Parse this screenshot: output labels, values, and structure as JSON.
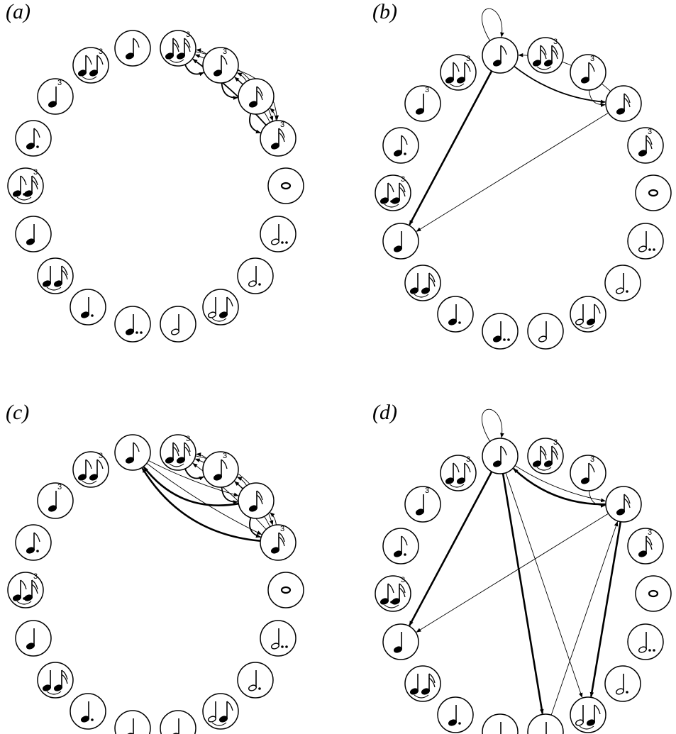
{
  "panels": [
    {
      "label": "(a)",
      "edges": [
        [
          1,
          2,
          2,
          0.5
        ],
        [
          2,
          3,
          2,
          0.5
        ],
        [
          3,
          4,
          2,
          0.5
        ],
        [
          2,
          1,
          1,
          0.15
        ],
        [
          3,
          1,
          1,
          0.1
        ],
        [
          4,
          1,
          2,
          0.05
        ],
        [
          3,
          2,
          1,
          0.15
        ],
        [
          4,
          2,
          1,
          0.1
        ],
        [
          4,
          3,
          1,
          0.2
        ],
        [
          1,
          4,
          1,
          -0.3
        ],
        [
          2,
          4,
          1,
          -0.35
        ]
      ]
    },
    {
      "label": "(b)",
      "edges": [
        [
          0,
          0,
          1,
          0
        ],
        [
          0,
          13,
          3,
          0
        ],
        [
          3,
          13,
          1,
          0
        ],
        [
          0,
          3,
          2,
          0.15
        ],
        [
          3,
          0,
          1,
          0.2
        ],
        [
          2,
          3,
          1,
          0.5
        ]
      ]
    },
    {
      "label": "(c)",
      "edges": [
        [
          1,
          2,
          2,
          0.5
        ],
        [
          2,
          3,
          2,
          0.5
        ],
        [
          3,
          4,
          2,
          0.5
        ],
        [
          3,
          0,
          3,
          -0.3
        ],
        [
          4,
          0,
          3,
          -0.25
        ],
        [
          0,
          4,
          1,
          0.05
        ],
        [
          0,
          3,
          1,
          0.05
        ],
        [
          2,
          1,
          1,
          0.15
        ],
        [
          3,
          1,
          1,
          0.1
        ],
        [
          4,
          1,
          1,
          0.05
        ],
        [
          3,
          2,
          1,
          0.15
        ],
        [
          4,
          2,
          1,
          0.1
        ],
        [
          4,
          3,
          1,
          0.2
        ],
        [
          1,
          4,
          1,
          -0.3
        ]
      ]
    },
    {
      "label": "(d)",
      "edges": [
        [
          0,
          0,
          1,
          0
        ],
        [
          0,
          13,
          3,
          0
        ],
        [
          0,
          9,
          3,
          0
        ],
        [
          0,
          8,
          1,
          0
        ],
        [
          3,
          8,
          3,
          0
        ],
        [
          3,
          13,
          1,
          0
        ],
        [
          9,
          3,
          1,
          0
        ],
        [
          3,
          0,
          3,
          -0.2
        ],
        [
          0,
          3,
          1,
          0.1
        ],
        [
          2,
          3,
          1,
          0.5
        ]
      ]
    }
  ],
  "triplet_label": "3",
  "nodes": [
    {
      "name": "eighth",
      "notes": [
        {
          "head": "filled",
          "flags": 1,
          "dots": 0
        }
      ],
      "tie": false,
      "triplet": false
    },
    {
      "name": "sixteenth-triplet-pair",
      "notes": [
        {
          "head": "filled",
          "flags": 2,
          "dots": 0
        },
        {
          "head": "filled",
          "flags": 2,
          "dots": 0
        }
      ],
      "tie": true,
      "triplet": true
    },
    {
      "name": "eighth-triplet",
      "notes": [
        {
          "head": "filled",
          "flags": 1,
          "dots": 0
        }
      ],
      "tie": false,
      "triplet": true
    },
    {
      "name": "sixteenth",
      "notes": [
        {
          "head": "filled",
          "flags": 2,
          "dots": 0
        }
      ],
      "tie": false,
      "triplet": false
    },
    {
      "name": "sixteenth-triplet",
      "notes": [
        {
          "head": "filled",
          "flags": 2,
          "dots": 0
        }
      ],
      "tie": false,
      "triplet": true
    },
    {
      "name": "whole",
      "notes": [
        {
          "head": "whole",
          "flags": 0,
          "dots": 0
        }
      ],
      "tie": false,
      "triplet": false
    },
    {
      "name": "double-dotted-half",
      "notes": [
        {
          "head": "open",
          "flags": 0,
          "dots": 2
        }
      ],
      "tie": false,
      "triplet": false
    },
    {
      "name": "dotted-half",
      "notes": [
        {
          "head": "open",
          "flags": 0,
          "dots": 1
        }
      ],
      "tie": false,
      "triplet": false
    },
    {
      "name": "half-tied-eighth",
      "notes": [
        {
          "head": "open",
          "flags": 0,
          "dots": 0
        },
        {
          "head": "filled",
          "flags": 1,
          "dots": 0
        }
      ],
      "tie": true,
      "triplet": false
    },
    {
      "name": "half",
      "notes": [
        {
          "head": "open",
          "flags": 0,
          "dots": 0
        }
      ],
      "tie": false,
      "triplet": false
    },
    {
      "name": "double-dotted-quarter",
      "notes": [
        {
          "head": "filled",
          "flags": 0,
          "dots": 2
        }
      ],
      "tie": false,
      "triplet": false
    },
    {
      "name": "dotted-quarter",
      "notes": [
        {
          "head": "filled",
          "flags": 0,
          "dots": 1
        }
      ],
      "tie": false,
      "triplet": false
    },
    {
      "name": "quarter-tied-sixteenth",
      "notes": [
        {
          "head": "filled",
          "flags": 0,
          "dots": 0
        },
        {
          "head": "filled",
          "flags": 2,
          "dots": 0
        }
      ],
      "tie": true,
      "triplet": false
    },
    {
      "name": "quarter",
      "notes": [
        {
          "head": "filled",
          "flags": 0,
          "dots": 0
        }
      ],
      "tie": false,
      "triplet": false
    },
    {
      "name": "dotted-eighth-tied-sixteenth-triplet",
      "notes": [
        {
          "head": "filled",
          "flags": 1,
          "dots": 1
        },
        {
          "head": "filled",
          "flags": 2,
          "dots": 0
        }
      ],
      "tie": true,
      "triplet": true
    },
    {
      "name": "dotted-eighth",
      "notes": [
        {
          "head": "filled",
          "flags": 1,
          "dots": 1
        }
      ],
      "tie": false,
      "triplet": false
    },
    {
      "name": "quarter-triplet",
      "notes": [
        {
          "head": "filled",
          "flags": 0,
          "dots": 0
        }
      ],
      "tie": false,
      "triplet": true
    },
    {
      "name": "eighth-pair-triplet",
      "notes": [
        {
          "head": "filled",
          "flags": 1,
          "dots": 0
        },
        {
          "head": "filled",
          "flags": 1,
          "dots": 0
        }
      ],
      "tie": true,
      "triplet": true
    }
  ]
}
